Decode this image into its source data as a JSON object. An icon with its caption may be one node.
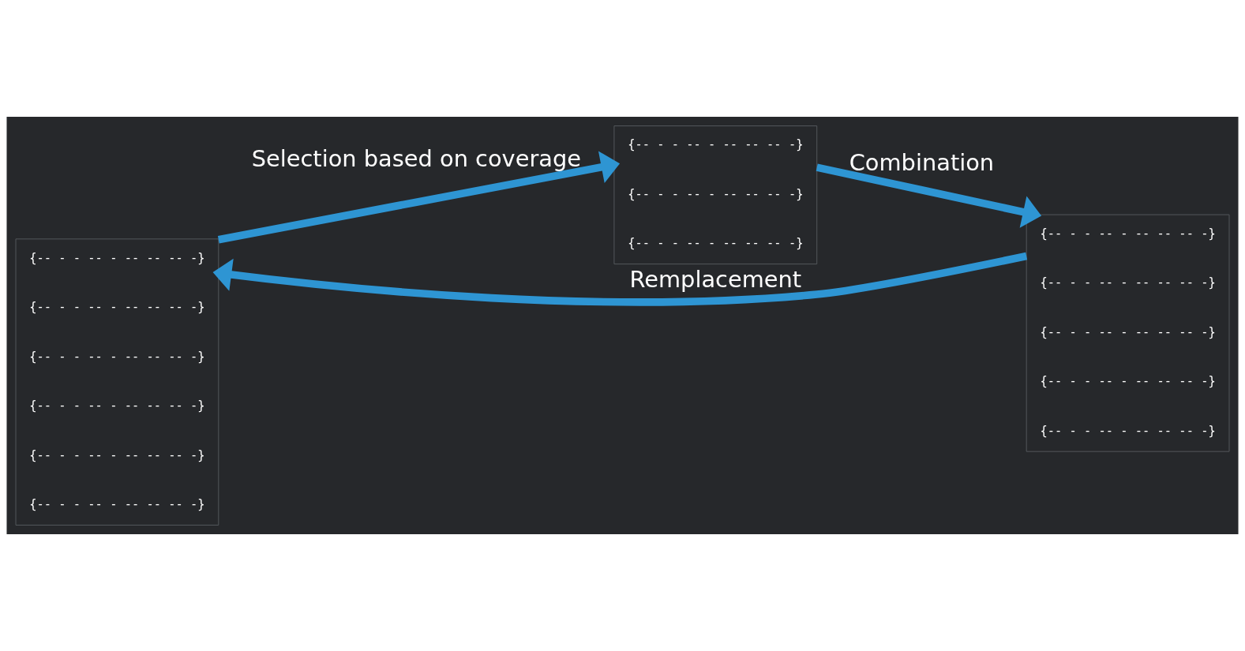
{
  "diagram": {
    "nodes": [
      {
        "text": [],
        "shape": "box"
      },
      {
        "text": [
          "{-- - - -- - -- -- -- -}"
        ],
        "in": 0
      },
      {
        "text": [
          "{-- - - -- - -- -- -- -}"
        ],
        "in": 0
      },
      {
        "text": [
          "{-- - - -- - -- -- -- -}"
        ],
        "in": 0
      },
      {
        "text": [
          "{-- - - -- - -- -- -- -}"
        ],
        "in": 0
      },
      {
        "text": [
          "{-- - - -- - -- -- -- -}"
        ],
        "in": 0
      },
      {
        "text": [
          "{-- - - -- - -- -- -- -}"
        ],
        "in": 0
      },
      {
        "text": [],
        "shape": "box"
      },
      {
        "text": [
          "{-- - - -- - -- -- -- -}"
        ],
        "in": 7
      },
      {
        "text": [
          "{-- - - -- - -- -- -- -}"
        ],
        "in": 7
      },
      {
        "text": [
          "{-- - - -- - -- -- -- -}"
        ],
        "in": 7
      },
      {
        "text": [],
        "shape": "box"
      },
      {
        "text": [
          "{-- - - -- - -- -- -- -}"
        ],
        "in": 11
      },
      {
        "text": [
          "{-- - - -- - -- -- -- -}"
        ],
        "in": 11
      },
      {
        "text": [
          "{-- - - -- - -- -- -- -}"
        ],
        "in": 11
      },
      {
        "text": [
          "{-- - - -- - -- -- -- -}"
        ],
        "in": 11
      },
      {
        "text": [
          "{-- - - -- - -- -- -- -}"
        ],
        "in": 11
      }
    ],
    "edges": [
      {
        "from": 0,
        "to": 7,
        "arrow": "to",
        "label": "Selection based on coverage"
      },
      {
        "from": 7,
        "to": 11,
        "arrow": "to",
        "label": "Combination"
      },
      {
        "from": 11,
        "to": 0,
        "arrow": "to",
        "label": "Remplacement"
      }
    ]
  }
}
